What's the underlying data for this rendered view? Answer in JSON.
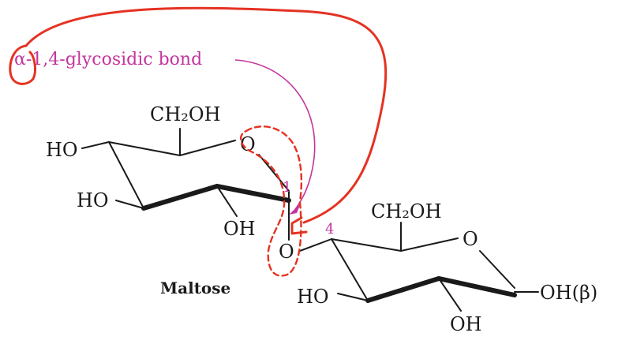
{
  "annotation": {
    "alpha": "α-",
    "label": "1,4-glycosidic bond"
  },
  "ring1": {
    "ch2oh": "CH₂OH",
    "o_ring": "O",
    "ho_top": "HO",
    "ho_mid": "HO",
    "oh_bottom": "OH",
    "carbon_number": "1"
  },
  "linkage": {
    "o_bridge": "O",
    "carbon_number": "4"
  },
  "ring2": {
    "ch2oh": "CH₂OH",
    "o_ring": "O",
    "ho_left": "HO",
    "oh_right": "OH(β)",
    "oh_bottom": "OH"
  },
  "molecule_name": "Maltose",
  "colors": {
    "annotation_pink": "#c4359d",
    "ink_red": "#e53222",
    "bond_black": "#1a1a1a"
  }
}
